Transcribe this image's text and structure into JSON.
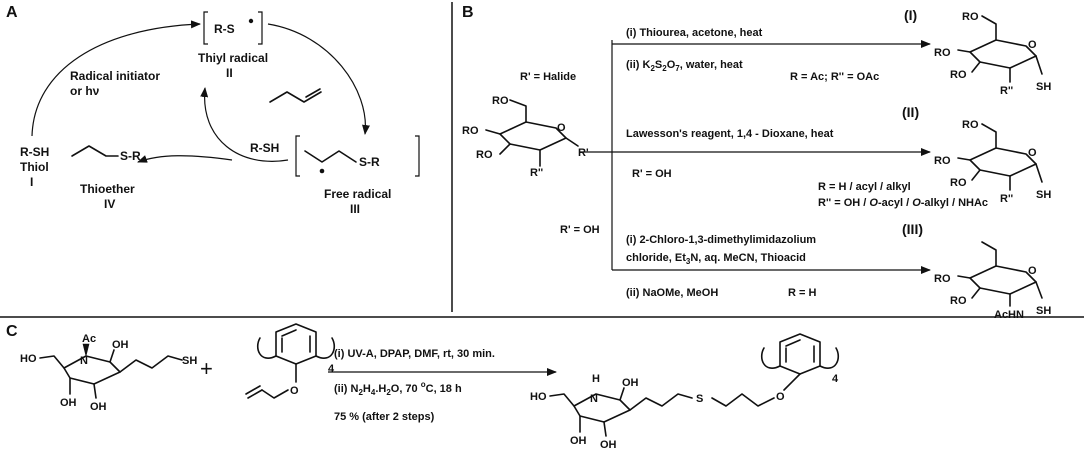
{
  "panels": {
    "A": "A",
    "B": "B",
    "C": "C"
  },
  "panel_a": {
    "initiator_line1": "Radical initiator",
    "initiator_line2": "or hν",
    "thiyl_formula": "R-S",
    "thiyl_name": "Thiyl radical",
    "thiyl_num": "II",
    "thiol_formula": "R-SH",
    "thiol_name": "Thiol",
    "thiol_num": "I",
    "rsh_label": "R-SH",
    "thioether_sr": "S-R",
    "thioether_name": "Thioether",
    "thioether_num": "IV",
    "free_sr": "S-R",
    "free_name": "Free radical",
    "free_num": "III"
  },
  "panel_b": {
    "route1_step1": "(i) Thiourea, acetone, heat",
    "route1_step2_a": "(ii) K",
    "route1_step2_s1": "2",
    "route1_step2_b": "S",
    "route1_step2_s2": "2",
    "route1_step2_c": "O",
    "route1_step2_s3": "7",
    "route1_step2_d": ", water, heat",
    "route1_rprime": "R' = Halide",
    "route1_cond": "R = Ac; R'' = OAc",
    "route1_num": "(I)",
    "route2_reagent": "Lawesson's reagent, 1,4 - Dioxane, heat",
    "route2_rprime": "R' = OH",
    "route2_cond1": "R = H / acyl / alkyl",
    "route2_cond2_a": "R'' = OH / ",
    "route2_cond2_b": "O",
    "route2_cond2_c": "-acyl / ",
    "route2_cond2_d": "O",
    "route2_cond2_e": "-alkyl / NHAc",
    "route2_num": "(II)",
    "route3_rprime": "R' = OH",
    "route3_step1a": "(i) 2-Chloro-1,3-dimethylimidazolium",
    "route3_step1b_a": "chloride, Et",
    "route3_step1b_s": "3",
    "route3_step1b_b": "N, aq. MeCN, Thioacid",
    "route3_step2": "(ii) NaOMe, MeOH",
    "route3_cond": "R = H",
    "route3_num": "(III)",
    "ro": "RO",
    "o": "O",
    "r2": "R''",
    "r1": "R'",
    "sh": "SH",
    "achn": "AcHN"
  },
  "panel_c": {
    "ho": "HO",
    "oh": "OH",
    "n": "N",
    "nh": "H",
    "ac": "Ac",
    "sh": "SH",
    "s": "S",
    "o": "O",
    "plus": "+",
    "four": "4",
    "step1": "(i) UV-A, DPAP, DMF, rt, 30 min.",
    "step2_a": "(ii) N",
    "step2_s1": "2",
    "step2_b": "H",
    "step2_s2": "4",
    "step2_c": ".H",
    "step2_s3": "2",
    "step2_d": "O, 70 ",
    "step2_sup": "o",
    "step2_e": "C, 18 h",
    "yield": "75 % (after 2 steps)"
  }
}
